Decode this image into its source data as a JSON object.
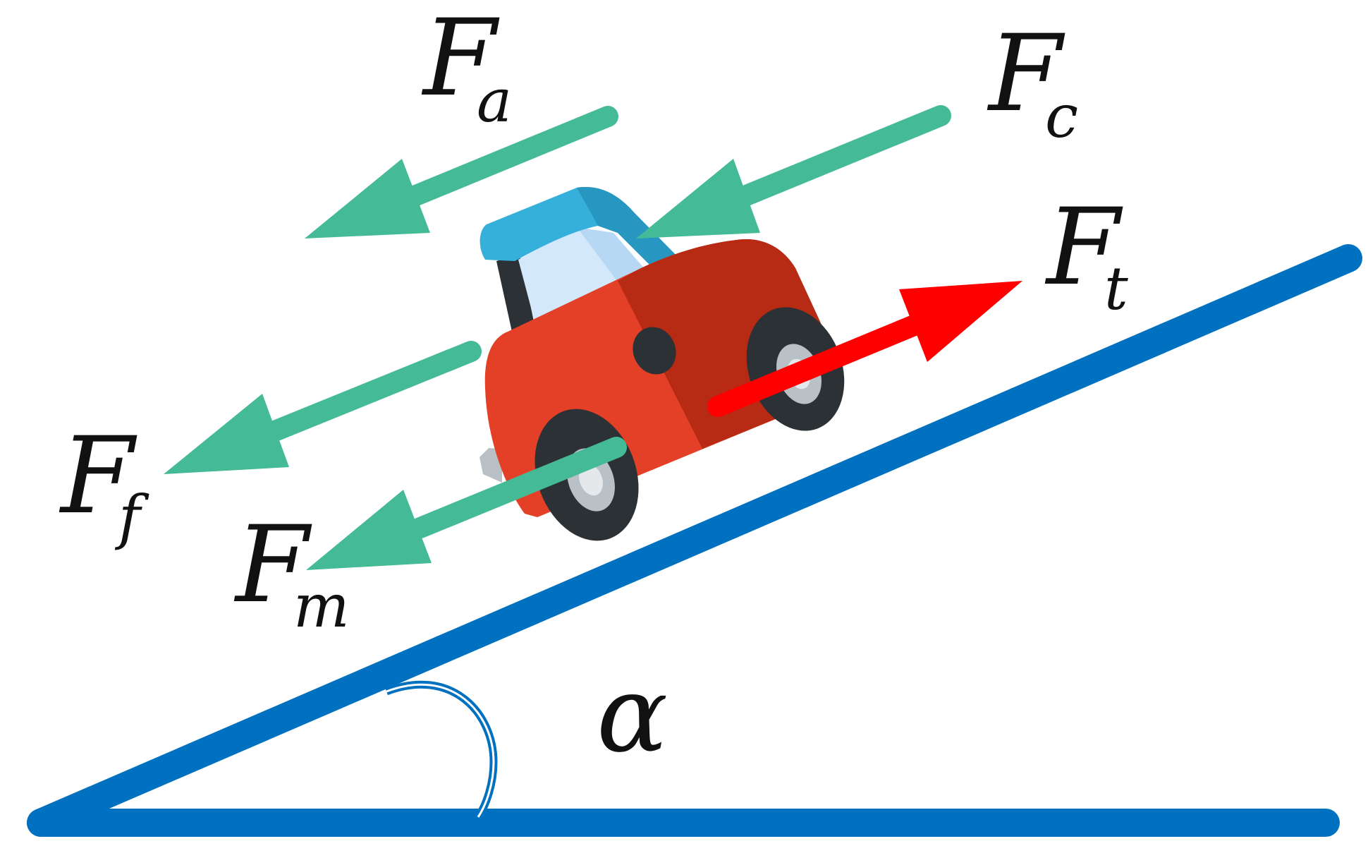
{
  "colors": {
    "incline": "#0070c0",
    "resisting_force": "#45ba96",
    "traction_force": "#ff0000",
    "car_body": "#e34027",
    "car_body_shade": "#b72a14",
    "car_roof": "#35b0da",
    "car_window": "#d3e9fb",
    "tire": "#2b3134",
    "hub": "#b9c1c7"
  },
  "forces": [
    {
      "id": "Fa",
      "symbol": "F",
      "subscript": "a",
      "direction": "down-slope"
    },
    {
      "id": "Fc",
      "symbol": "F",
      "subscript": "c",
      "direction": "down-slope"
    },
    {
      "id": "Ft",
      "symbol": "F",
      "subscript": "t",
      "direction": "up-slope"
    },
    {
      "id": "Ff",
      "symbol": "F",
      "subscript": "f",
      "direction": "down-slope"
    },
    {
      "id": "Fm",
      "symbol": "F",
      "subscript": "m",
      "direction": "down-slope"
    }
  ],
  "angle": {
    "symbol": "α"
  },
  "icons": [
    "car-icon",
    "incline-ramp",
    "angle-arc"
  ]
}
